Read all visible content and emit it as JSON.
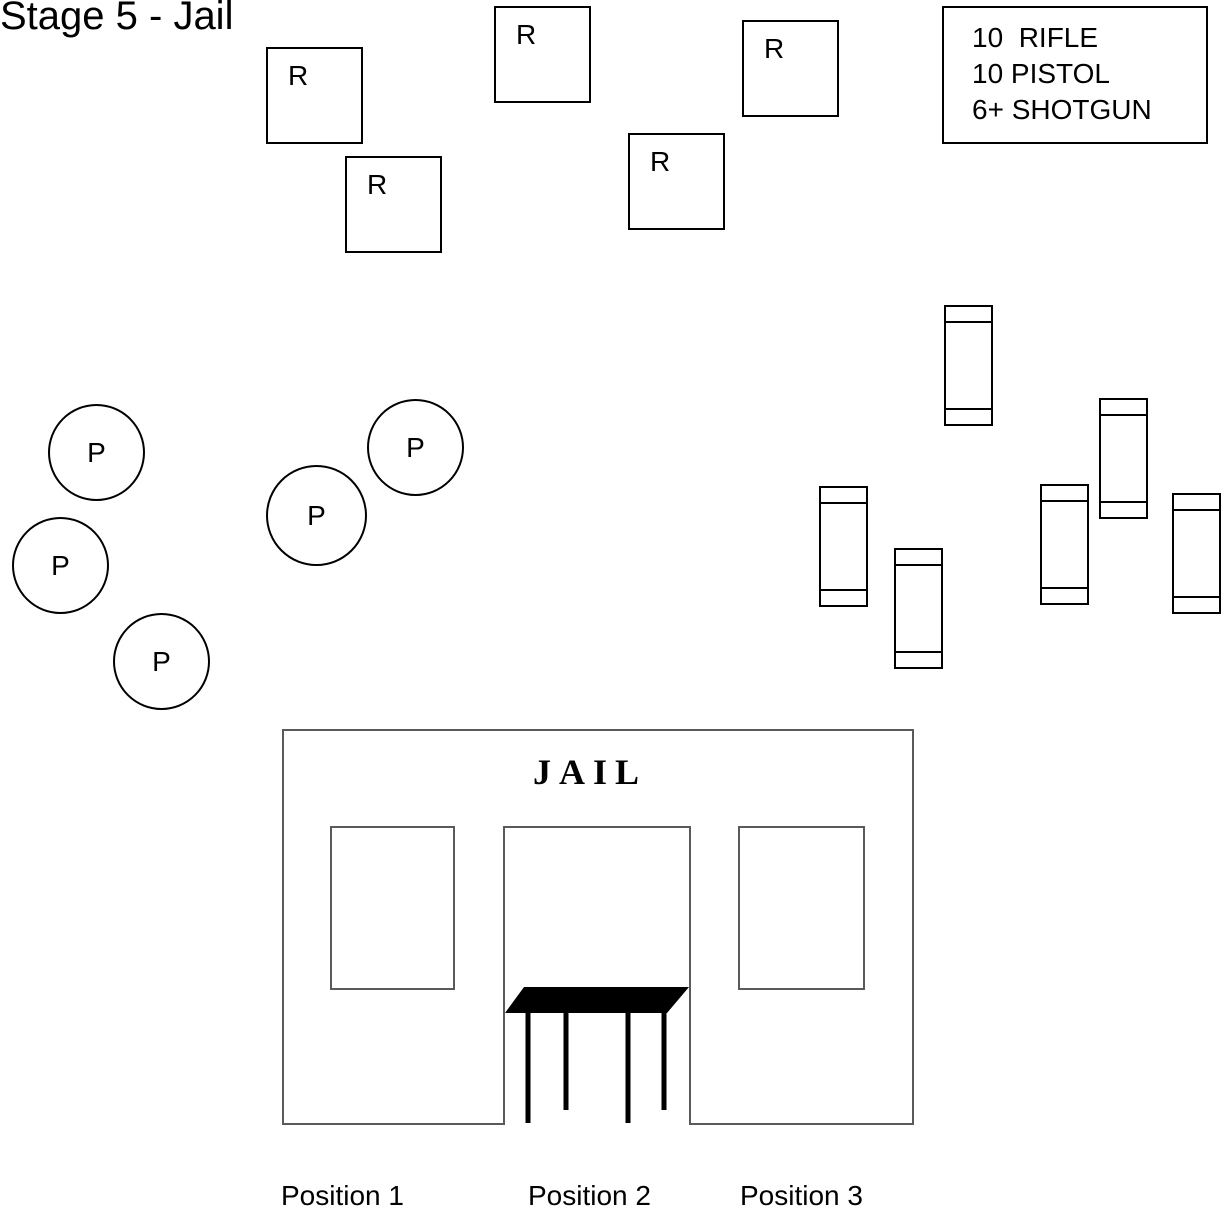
{
  "title": "Stage 5 - Jail",
  "rifle_targets": [
    {
      "label": "R"
    },
    {
      "label": "R"
    },
    {
      "label": "R"
    },
    {
      "label": "R"
    },
    {
      "label": "R"
    }
  ],
  "round_counts": {
    "rifle": "10  RIFLE",
    "pistol": "10 PISTOL",
    "shotgun": "6+ SHOTGUN"
  },
  "pistol_targets": [
    {
      "label": "P"
    },
    {
      "label": "P"
    },
    {
      "label": "P"
    },
    {
      "label": "P"
    },
    {
      "label": "P"
    }
  ],
  "jail": {
    "sign": "JAIL"
  },
  "positions": [
    "Position 1",
    "Position 2",
    "Position 3"
  ]
}
